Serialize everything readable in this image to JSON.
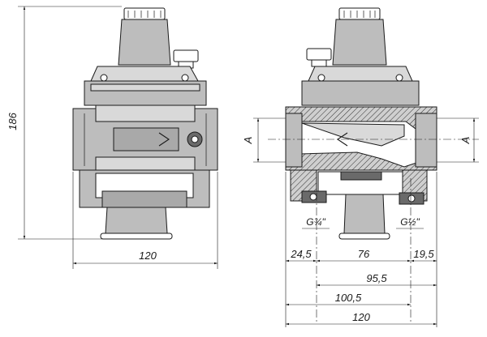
{
  "front_view": {
    "height_label": "186",
    "width_label": "120"
  },
  "section_view": {
    "port_a_left_label": "A",
    "port_a_right_label": "A",
    "thread_left_label": "G¾\"",
    "thread_right_label": "G½\"",
    "dim_left_offset": "24,5",
    "dim_center_span": "76",
    "dim_right_offset": "19,5",
    "dim_95": "95,5",
    "dim_100": "100,5",
    "dim_total": "120"
  },
  "colors": {
    "line": "#1a1a1a",
    "body_fill": "#bdbdbd",
    "dark_fill": "#6a6a6a"
  }
}
